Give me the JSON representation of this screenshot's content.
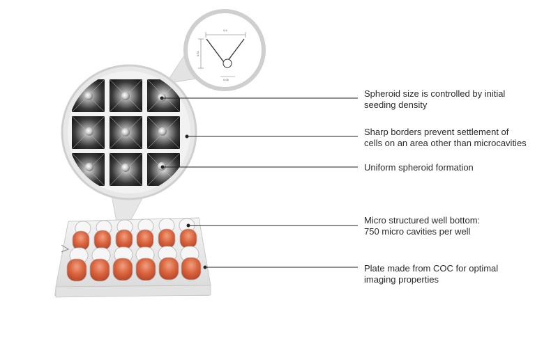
{
  "inset": {
    "dim_top": "0.4",
    "dim_left": "0.52",
    "dim_bottom": "0.06"
  },
  "callouts": [
    {
      "line1": "Spheroid size is controlled by initial",
      "line2": "seeding density"
    },
    {
      "line1": "Sharp borders prevent settlement of",
      "line2": "cells on an area other than microcavities"
    },
    {
      "line1": "Uniform spheroid formation"
    },
    {
      "line1": "Micro structured well bottom:",
      "line2": "750 micro cavities per well"
    },
    {
      "line1": "Plate made from COC for optimal",
      "line2": "imaging properties"
    }
  ],
  "colors": {
    "medium": "#d9633d",
    "leader": "#222222",
    "lens_ring": "#cfcfcf"
  }
}
